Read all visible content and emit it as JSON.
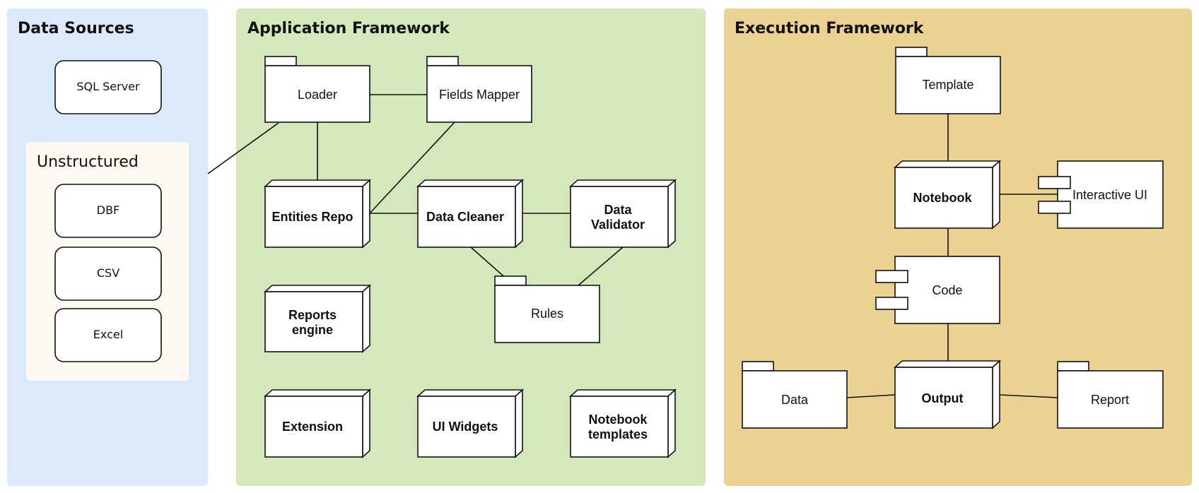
{
  "colors": {
    "data_sources_bg": "#dbeafb",
    "app_framework_bg": "#d5e8bb",
    "exec_framework_bg": "#ebd293",
    "unstructured_bg": "#fdf8f0",
    "stroke": "#111111",
    "box_fill": "#ffffff"
  },
  "data_sources": {
    "title": "Data Sources",
    "sql_server": "SQL Server",
    "unstructured": {
      "title": "Unstructured",
      "items": [
        "DBF",
        "CSV",
        "Excel"
      ]
    }
  },
  "app_framework": {
    "title": "Application Framework",
    "loader": "Loader",
    "fields_mapper": "Fields Mapper",
    "entities_repo": "Entities Repo",
    "data_cleaner": "Data Cleaner",
    "data_validator": [
      "Data",
      "Validator"
    ],
    "rules": "Rules",
    "reports_engine": [
      "Reports",
      "engine"
    ],
    "extension": "Extension",
    "ui_widgets": "UI Widgets",
    "notebook_templates": [
      "Notebook",
      "templates"
    ]
  },
  "exec_framework": {
    "title": "Execution Framework",
    "template": "Template",
    "notebook": "Notebook",
    "interactive_ui": "Interactive UI",
    "code": "Code",
    "output": "Output",
    "data": "Data",
    "report": "Report"
  }
}
